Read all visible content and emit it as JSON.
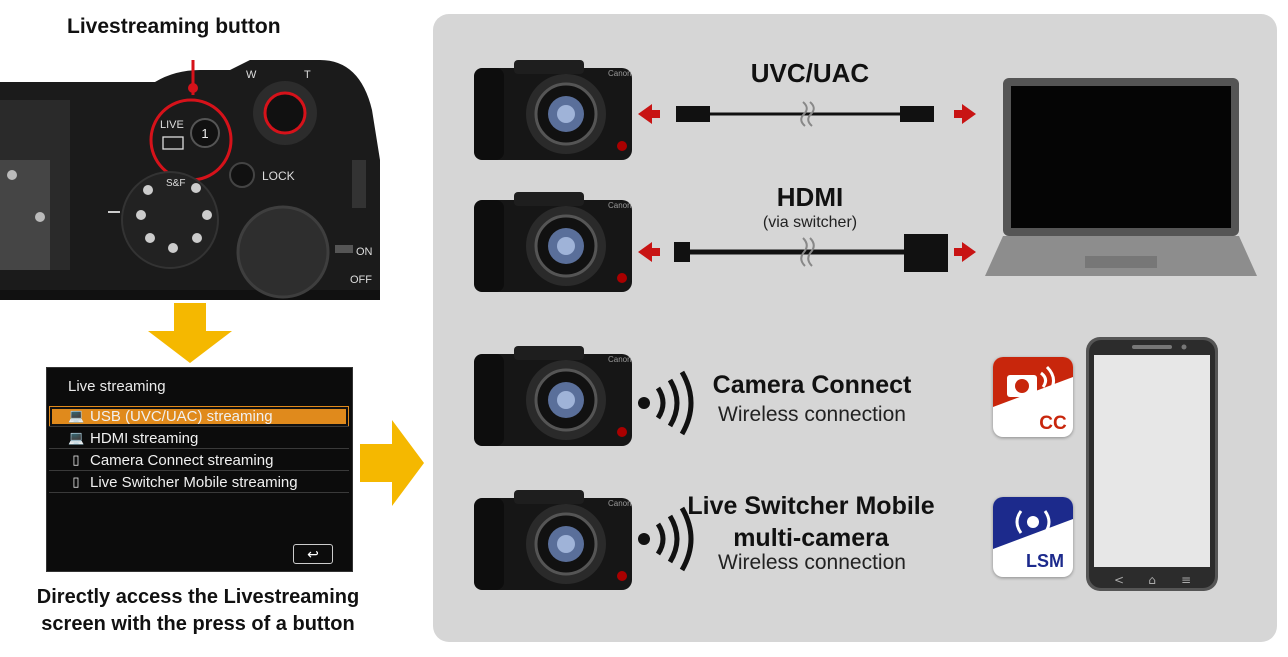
{
  "header": {
    "livestream_button_label": "Livestreaming button"
  },
  "camera_top": {
    "live_label": "LIVE",
    "button_number": "1",
    "lock_label": "LOCK",
    "on_label": "ON",
    "off_label": "OFF",
    "w_label": "W",
    "t_label": "T",
    "sf_label": "S&F"
  },
  "menu": {
    "title": "Live streaming",
    "items": [
      {
        "label": "USB (UVC/UAC) streaming",
        "icon": "laptop-icon",
        "selected": true
      },
      {
        "label": "HDMI streaming",
        "icon": "laptop-icon",
        "selected": false
      },
      {
        "label": "Camera Connect streaming",
        "icon": "phone-icon",
        "selected": false
      },
      {
        "label": "Live Switcher Mobile streaming",
        "icon": "phone-icon",
        "selected": false
      }
    ],
    "back_icon": "↩"
  },
  "caption": {
    "line1": "Directly access the Livestreaming",
    "line2": "screen with the press of a button"
  },
  "connections": {
    "uvc": {
      "title": "UVC/UAC"
    },
    "hdmi": {
      "title": "HDMI",
      "subtitle": "(via switcher)"
    },
    "camera_connect": {
      "title": "Camera Connect",
      "subtitle": "Wireless connection"
    },
    "lsm": {
      "title_line1": "Live Switcher Mobile",
      "title_line2": "multi-camera",
      "subtitle": "Wireless connection"
    }
  },
  "brand": "Canon",
  "apps": {
    "cc": {
      "label": "CC",
      "color": "#c8260c"
    },
    "lsm": {
      "label": "LSM",
      "color": "#1c2a8c"
    }
  },
  "colors": {
    "arrow_yellow": "#f5b800",
    "cable_arrow_red": "#c81414",
    "highlight_orange": "#e08a1c"
  }
}
